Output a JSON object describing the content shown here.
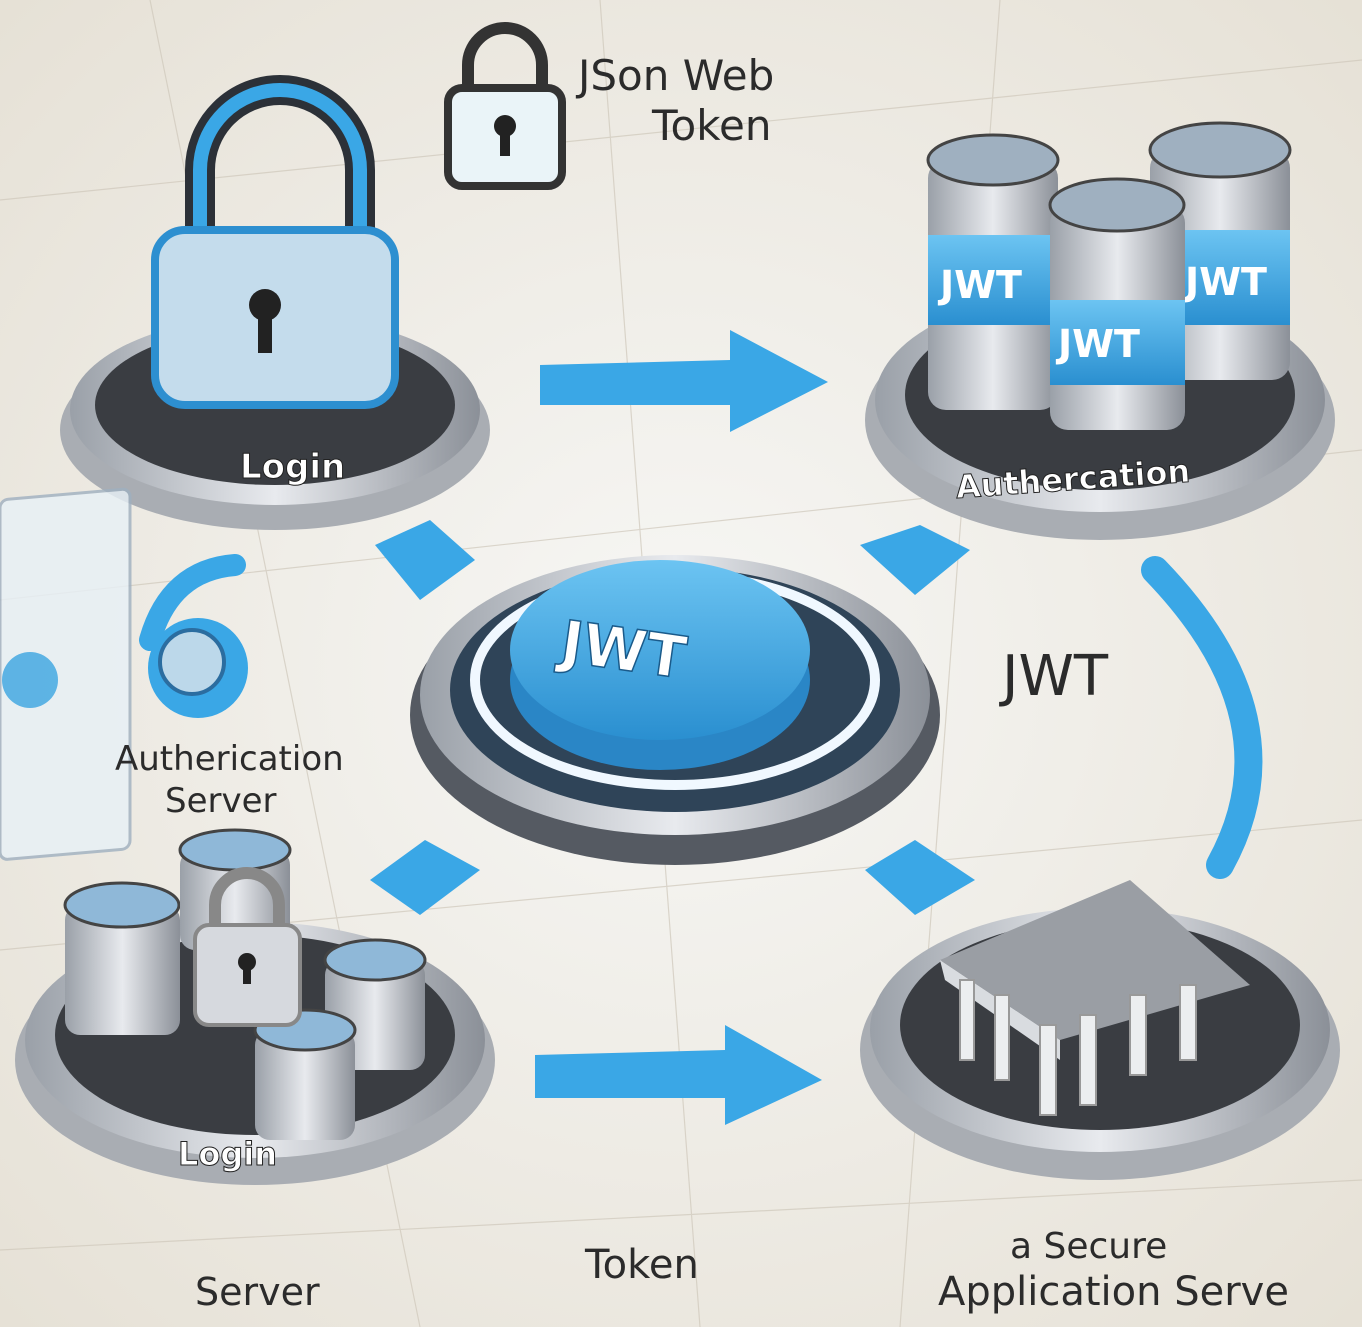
{
  "title": {
    "line1": "JSon Web",
    "line2": "Token"
  },
  "nodes": {
    "top_left_label": "Login",
    "top_right_label": "Authercation",
    "center_label": "JWT",
    "right_label": "JWT",
    "left_label_line1": "Autherication",
    "left_label_line2": "Server",
    "bottom_left_label": "Login",
    "bottom_center_label": "Token",
    "bottom_left_caption": "Server",
    "bottom_right_line1": "a Secure",
    "bottom_right_line2": "Application Serve"
  },
  "tokens": {
    "cyl1": "JWT",
    "cyl2": "JWT",
    "cyl3": "JWT"
  },
  "colors": {
    "accent": "#3aa7e6",
    "platform": "#3a3d42",
    "background": "#ece8e0"
  }
}
